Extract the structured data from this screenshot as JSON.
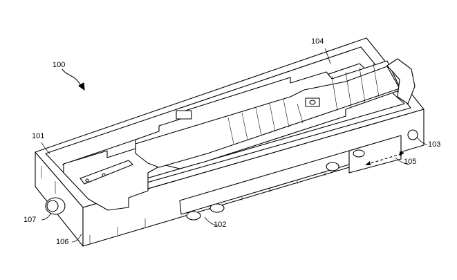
{
  "figure": {
    "labels": {
      "device": "100",
      "housing": "101",
      "front_buttons": "102",
      "end_button": "103",
      "board": "104",
      "slider": "105",
      "end_cap": "106",
      "connector": "107"
    }
  }
}
